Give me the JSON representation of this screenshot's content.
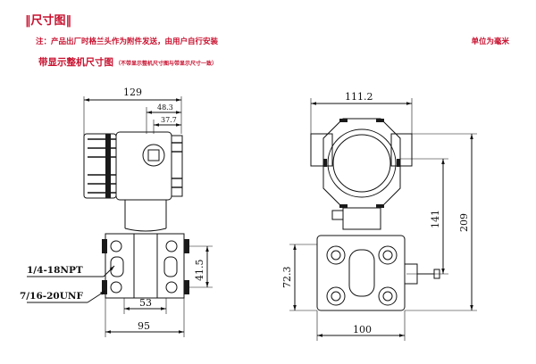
{
  "header": {
    "title": "‖尺寸图‖",
    "note": "注：产品出厂时格兰头作为附件发送，由用户自行安装",
    "unit": "单位为毫米",
    "subtitle": "带显示整机尺寸图",
    "subtitle_note": "（不带显示整机尺寸图与带显示尺寸一致）"
  },
  "left_view": {
    "dim_width_top": "129",
    "dim_48_3": "48.3",
    "dim_37_7": "37.7",
    "dim_41_5": "41.5",
    "dim_53": "53",
    "dim_95": "95",
    "label_npt": "1/4-18NPT",
    "label_unf": "7/16-20UNF"
  },
  "right_view": {
    "dim_111_2": "111.2",
    "dim_141": "141",
    "dim_209": "209",
    "dim_72_3": "72.3",
    "dim_100": "100"
  }
}
